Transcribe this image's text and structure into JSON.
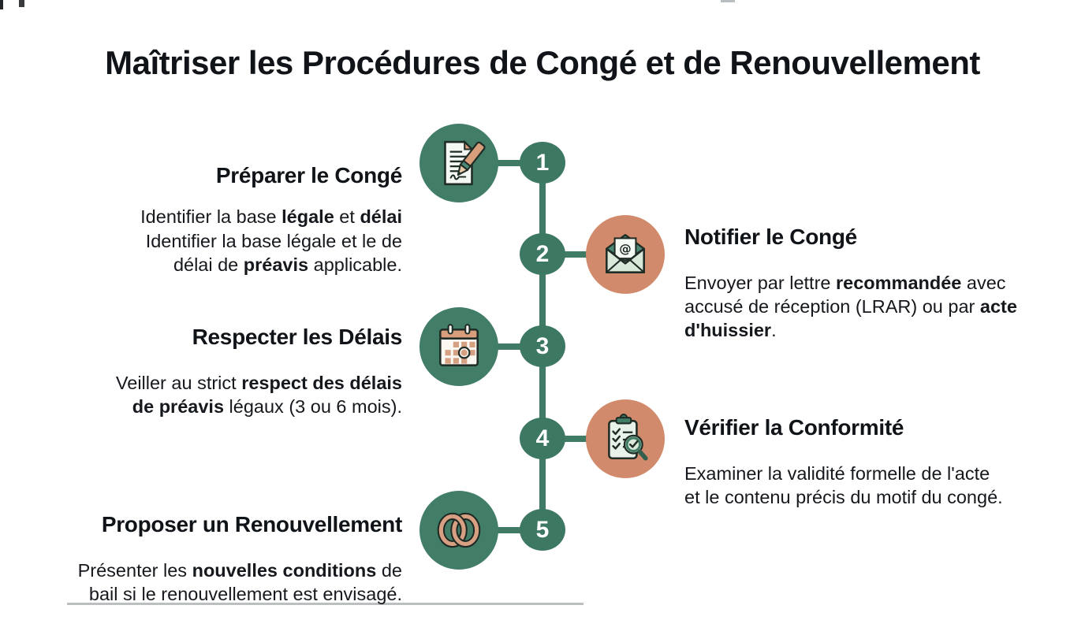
{
  "title": "Maîtriser les Procédures de Congé et de Renouvellement",
  "colors": {
    "green": "#417d67",
    "green_dark": "#3d7863",
    "salmon": "#d18a6b",
    "salmon_light": "#d99f7d",
    "text": "#14171a",
    "background": "#ffffff"
  },
  "steps": [
    {
      "number": "1",
      "heading": "Préparer le Congé",
      "icon": "contract-document-icon",
      "icon_bg": "green",
      "subtitle_segments": [
        {
          "t": "Identifier la base "
        },
        {
          "t": "légale",
          "b": true
        },
        {
          "t": " et "
        },
        {
          "t": "délai",
          "b": true
        }
      ],
      "body_segments": [
        {
          "t": "Identifier la base légale et le de\ndélai de "
        },
        {
          "t": "préavis",
          "b": true
        },
        {
          "t": " applicable."
        }
      ]
    },
    {
      "number": "2",
      "heading": "Notifier le Congé",
      "icon": "envelope-at-icon",
      "icon_bg": "salmon",
      "body_segments": [
        {
          "t": "Envoyer par lettre "
        },
        {
          "t": "recommandée",
          "b": true
        },
        {
          "t": " avec\naccusé de réception (LRAR) ou par "
        },
        {
          "t": "acte\nd'huissier",
          "b": true
        },
        {
          "t": "."
        }
      ]
    },
    {
      "number": "3",
      "heading": "Respecter les Délais",
      "icon": "calendar-icon",
      "icon_bg": "green",
      "body_segments": [
        {
          "t": "Veiller au strict "
        },
        {
          "t": "respect des délais\nde préavis",
          "b": true
        },
        {
          "t": " légaux (3 ou 6 mois)."
        }
      ]
    },
    {
      "number": "4",
      "heading": "Vérifier la Conformité",
      "icon": "clipboard-check-icon",
      "icon_bg": "salmon",
      "body_segments": [
        {
          "t": "Examiner la validité formelle de l'acte\net le contenu précis du motif du congé."
        }
      ]
    },
    {
      "number": "5",
      "heading": "Proposer un Renouvellement",
      "icon": "interlocked-rings-icon",
      "icon_bg": "green",
      "body_segments": [
        {
          "t": "Présenter les "
        },
        {
          "t": "nouvelles conditions",
          "b": true
        },
        {
          "t": " de\nbail si le renouvellement est envisagé."
        }
      ]
    }
  ]
}
